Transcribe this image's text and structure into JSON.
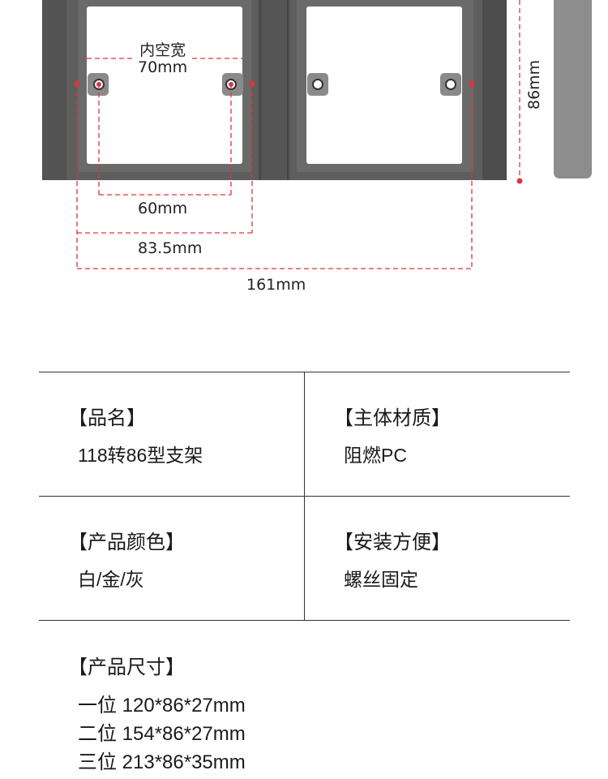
{
  "diagram": {
    "inner_width_label": "内空宽",
    "inner_width_value": "70mm",
    "dim_60": "60mm",
    "dim_83_5": "83.5mm",
    "dim_161": "161mm",
    "dim_86": "86mm"
  },
  "specs": {
    "name_title": "【品名】",
    "name_value": "118转86型支架",
    "material_title": "【主体材质】",
    "material_value": "阻燃PC",
    "color_title": "【产品颜色】",
    "color_value": "白/金/灰",
    "install_title": "【安装方便】",
    "install_value": "螺丝固定"
  },
  "sizes": {
    "title": "【产品尺寸】",
    "items": [
      "一位 120*86*27mm",
      "二位 154*86*27mm",
      "三位 213*86*35mm"
    ]
  },
  "colors": {
    "frame": "#5e5e5e",
    "frame_dark": "#4a4a4a",
    "dim_line": "#d9363e"
  }
}
